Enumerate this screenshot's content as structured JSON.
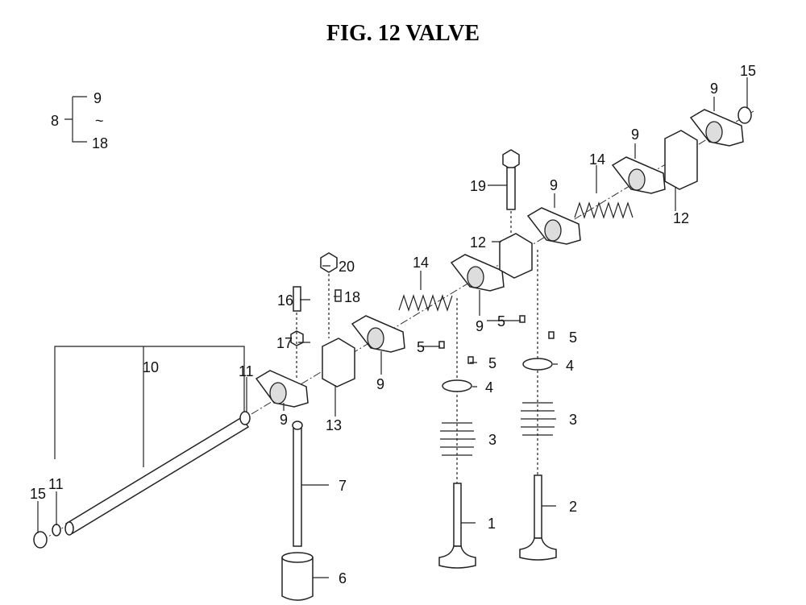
{
  "title": "FIG. 12  VALVE",
  "legend": {
    "parent": "8",
    "first": "9",
    "range_mark": "~",
    "last": "18"
  },
  "callouts": {
    "c15a": "15",
    "c9a": "9",
    "c9b": "9",
    "c14a": "14",
    "c12a": "12",
    "c19": "19",
    "c9c": "9",
    "c12b": "12",
    "c20": "20",
    "c14b": "14",
    "c18": "18",
    "c16": "16",
    "c9d": "9",
    "c5a": "5",
    "c5b": "5",
    "c17": "17",
    "c5c": "5",
    "c5d": "5",
    "c4a": "4",
    "c9e": "9",
    "c10": "10",
    "c11a": "11",
    "c4b": "4",
    "c3a": "3",
    "c9f": "9",
    "c13": "13",
    "c3b": "3",
    "c7": "7",
    "c2": "2",
    "c15b": "15",
    "c11b": "11",
    "c1": "1",
    "c6": "6"
  }
}
